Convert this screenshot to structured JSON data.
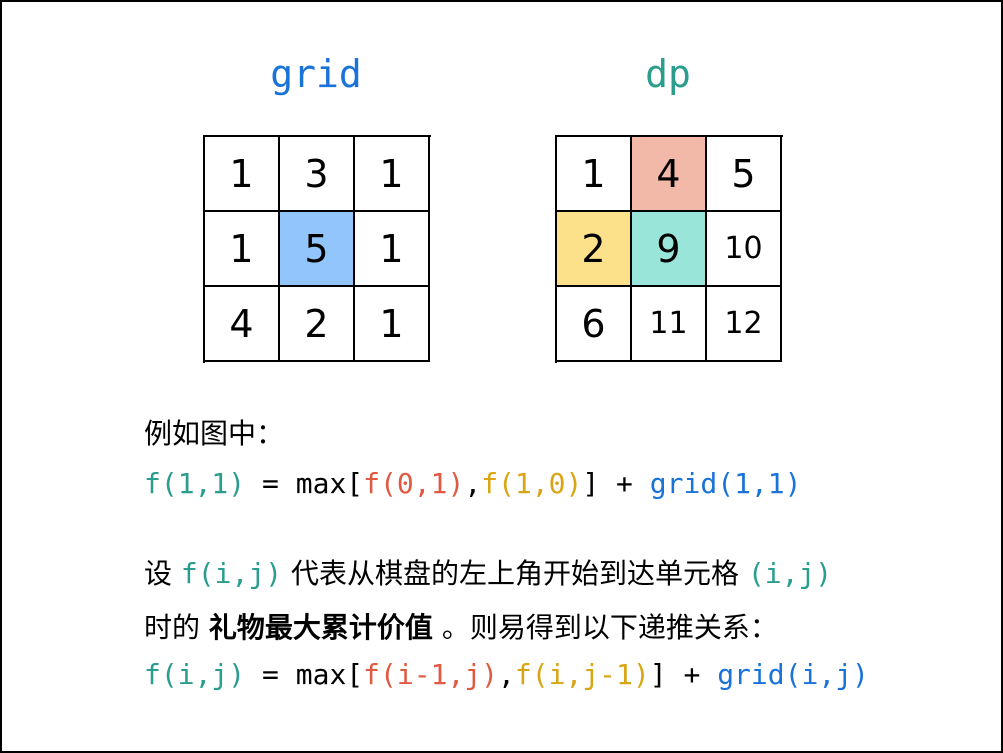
{
  "colors": {
    "teal": "#2a9d8f",
    "red": "#e05a43",
    "yellow": "#d9a514",
    "blue": "#1a73d9",
    "highlight_blue": "#93c5fd",
    "highlight_red": "#f2b8a8",
    "highlight_yellow": "#fde08a",
    "highlight_teal": "#9ae5d9"
  },
  "grid": {
    "title": "grid",
    "cells": [
      "1",
      "3",
      "1",
      "1",
      "5",
      "1",
      "4",
      "2",
      "1"
    ]
  },
  "dp": {
    "title": "dp",
    "cells": [
      "1",
      "4",
      "5",
      "2",
      "9",
      "10",
      "6",
      "11",
      "12"
    ]
  },
  "text": {
    "example_label": "例如图中：",
    "eq1": {
      "lhs": "f(1,1)",
      "op": " = max[",
      "arg1": "f(0,1)",
      "comma": ",",
      "arg2": "f(1,0)",
      "close": "] + ",
      "rhs": "grid(1,1)"
    },
    "desc1": {
      "a": "设 ",
      "f": "f(i,j)",
      "b": " 代表从棋盘的左上角开始到达单元格 ",
      "ij": "(i,j)"
    },
    "desc2": {
      "a": "时的 ",
      "bold": "礼物最大累计价值",
      "b": " 。则易得到以下递推关系："
    },
    "eq2": {
      "lhs": "f(i,j)",
      "op": " = max[",
      "arg1": "f(i-1,j)",
      "comma": ",",
      "arg2": "f(i,j-1)",
      "close": "] + ",
      "rhs": "grid(i,j)"
    }
  }
}
